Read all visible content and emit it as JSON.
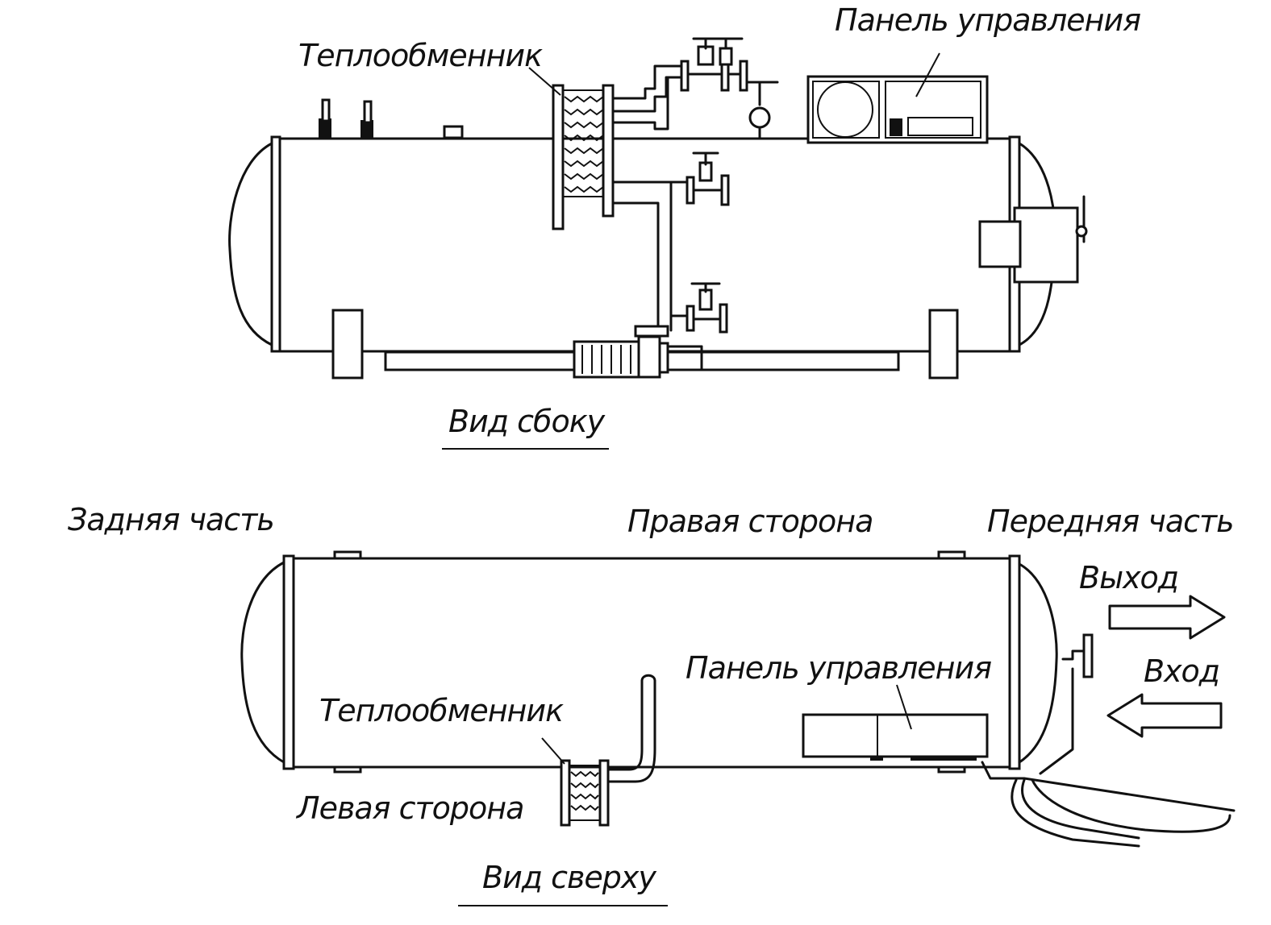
{
  "side_view": {
    "caption": "Вид сбоку",
    "heat_exchanger_label": "Теплообменник",
    "control_panel_label": "Панель управления"
  },
  "top_view": {
    "caption": "Вид сверху",
    "rear_label": "Задняя часть",
    "right_side_label": "Правая сторона",
    "front_label": "Передняя часть",
    "left_side_label": "Левая сторона",
    "heat_exchanger_label": "Теплообменник",
    "control_panel_label": "Панель управления",
    "outlet_label": "Выход",
    "inlet_label": "Вход"
  }
}
